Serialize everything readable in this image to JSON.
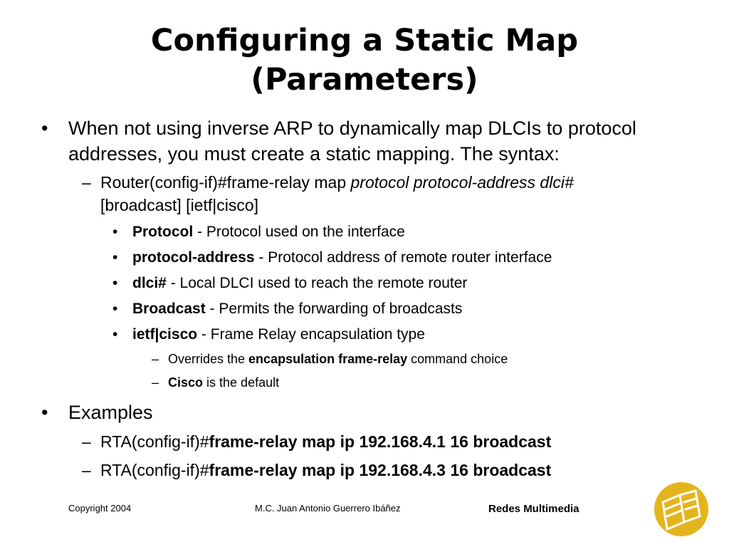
{
  "slide": {
    "title_line1": "Configuring a Static Map",
    "title_line2": "(Parameters)",
    "bullets": {
      "intro": {
        "marker": "•",
        "line1": "When not using inverse ARP to dynamically map DLCIs to protocol",
        "line2": "addresses, you must create a static mapping. The syntax:"
      },
      "syntax": {
        "marker": "–",
        "prefix": "Router(config-if)#frame-relay map ",
        "italic": "protocol protocol-address dlci#",
        "line2": "[broadcast] [ietf|cisco]"
      },
      "params": [
        {
          "term": "Protocol",
          "desc": " - Protocol used on the interface"
        },
        {
          "term": "protocol-address",
          "desc": " - Protocol address of remote router interface"
        },
        {
          "term": "dlci#",
          "desc": " - Local DLCI used to reach the remote router"
        },
        {
          "term": "Broadcast",
          "desc": " - Permits the forwarding of broadcasts"
        },
        {
          "term": "ietf|cisco",
          "desc": " - Frame Relay encapsulation type"
        }
      ],
      "param_marker": "•",
      "sub_marker": "–",
      "notes": [
        {
          "pre": "Overrides the ",
          "bold": "encapsulation frame-relay",
          "post": " command choice"
        },
        {
          "pre": "",
          "bold": "Cisco",
          "post": " is the default"
        }
      ],
      "examples_label": "Examples",
      "examples": [
        {
          "prompt": "RTA(config-if)#",
          "command": "frame-relay map ip 192.168.4.1 16 broadcast"
        },
        {
          "prompt": "RTA(config-if)#",
          "command": "frame-relay map ip 192.168.4.3 16 broadcast"
        }
      ]
    },
    "footer": {
      "copyright": "Copyright 2004",
      "author": "M.C. Juan Antonio Guerrero Ibáñez",
      "brand": "Redes Multimedia"
    },
    "logo_icon": "book-emblem-icon",
    "logo_color": "#e3b51c"
  }
}
